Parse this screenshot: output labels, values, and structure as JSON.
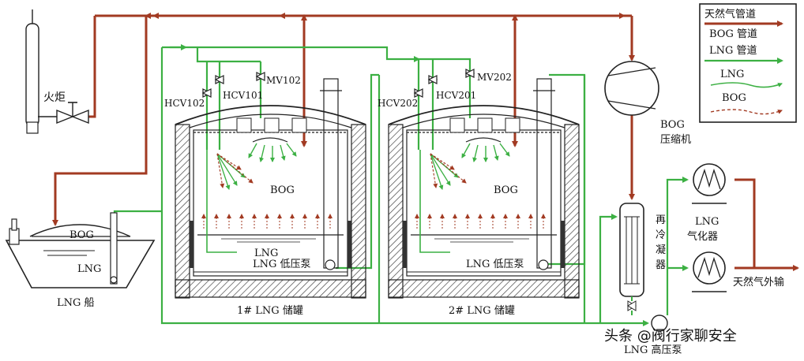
{
  "colors": {
    "gas_pipe": "#a23a22",
    "lng_pipe": "#3cb043",
    "bog_flow": "#a23a22",
    "outline": "#222222",
    "hatch_fill": "#999999",
    "watermark": "#000000"
  },
  "legend": {
    "gas_pipe": "天然气管道",
    "bog_pipe": "BOG 管道",
    "lng_pipe": "LNG 管道",
    "lng_flow": "LNG",
    "bog_flow": "BOG"
  },
  "labels": {
    "flare": "火炬",
    "ship_bog": "BOG",
    "ship_lng": "LNG",
    "ship": "LNG 船",
    "hcv102": "HCV102",
    "hcv101": "HCV101",
    "mv102": "MV102",
    "hcv202": "HCV202",
    "hcv201": "HCV201",
    "mv202": "MV202",
    "tank1_bog": "BOG",
    "tank1_lng": "LNG",
    "tank1_pump": "LNG 低压泵",
    "tank1_name": "1# LNG 储罐",
    "tank2_bog": "BOG",
    "tank2_pump": "LNG 低压泵",
    "tank2_name": "2# LNG 储罐",
    "compressor_l1": "BOG",
    "compressor_l2": "压缩机",
    "recondenser": [
      "再",
      "冷",
      "凝",
      "器"
    ],
    "vaporizer_l1": "LNG",
    "vaporizer_l2": "气化器",
    "export": "天然气外输",
    "hp_pump": "LNG 高压泵"
  },
  "watermark": {
    "text": "头条 @阀行家聊安全"
  }
}
